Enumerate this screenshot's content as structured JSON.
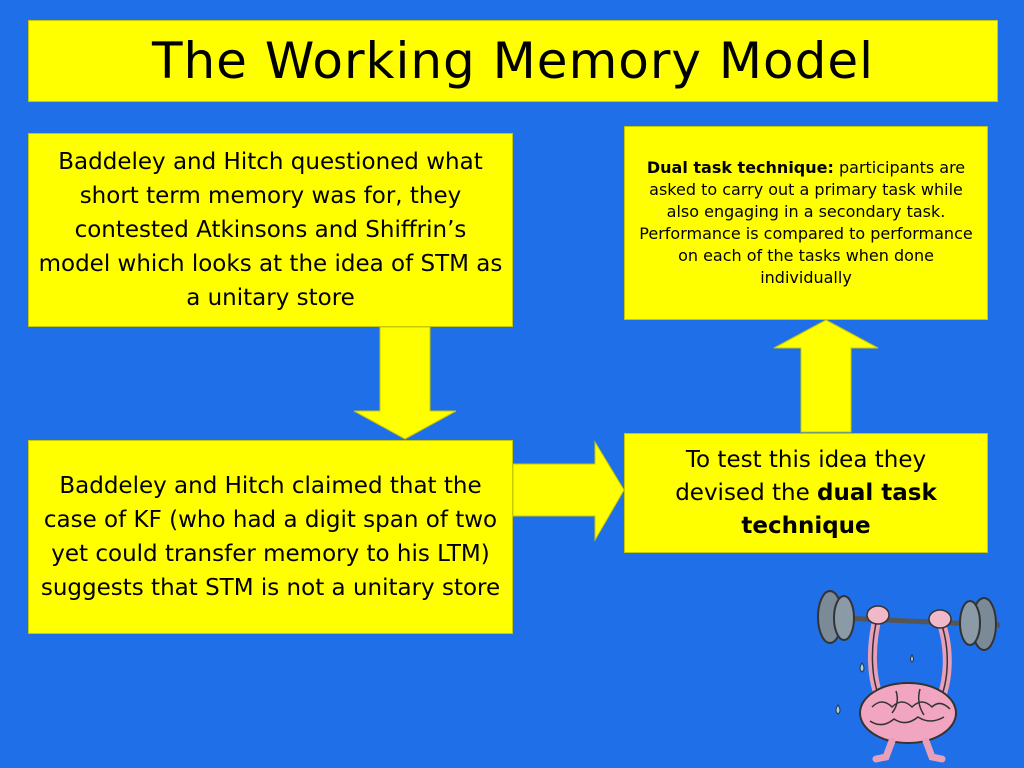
{
  "slide": {
    "title": "The Working Memory Model",
    "intro_text": "Baddeley and Hitch questioned what short term memory was for, they contested Atkinsons and Shiffrin’s model which looks at the idea of STM as a unitary store",
    "claim_text": "Baddeley and Hitch claimed that the case of KF (who had a digit span of two yet could transfer memory to his LTM) suggests that STM is not a unitary store",
    "test_text_prefix": "To test this idea they devised the ",
    "test_text_bold": "dual task technique",
    "dual_term": "Dual task technique:",
    "dual_description": " participants are asked to carry out a primary task while also engaging in a secondary task. Performance is compared to performance on each of the tasks when done individually"
  },
  "colors": {
    "background": "#1f6fe8",
    "box_fill": "#ffff00",
    "arrow_fill": "#ffff00"
  },
  "icons": {
    "clipart": "brain-lifting-barbell-icon"
  }
}
